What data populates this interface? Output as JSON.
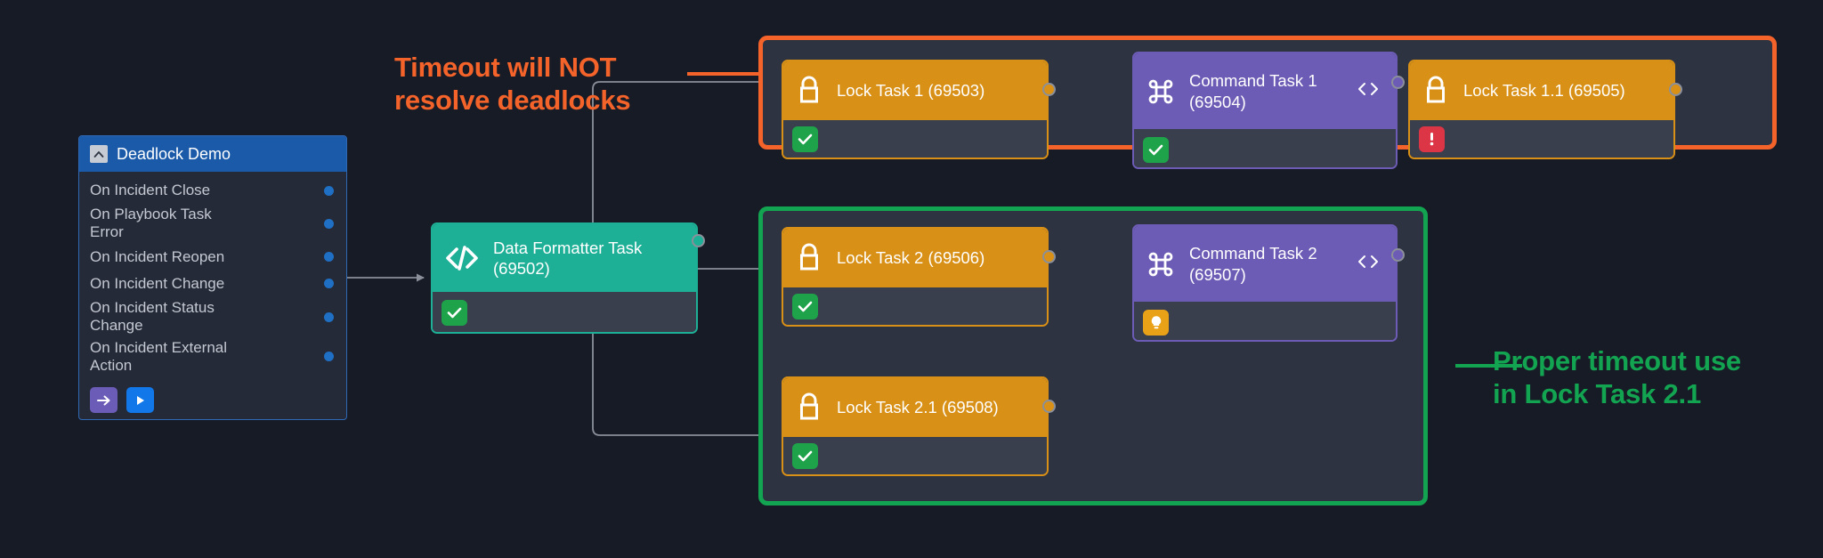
{
  "background_color": "#171b26",
  "annotations": [
    {
      "name": "timeout-not-resolve",
      "text": "Timeout will NOT\nresolve deadlocks",
      "color": "#f4632a"
    },
    {
      "name": "proper-timeout-use",
      "text": "Proper timeout use\nin Lock Task 2.1",
      "color": "#13a452"
    }
  ],
  "panel": {
    "title": "Deadlock Demo",
    "collapse_icon": "chevron-up-icon",
    "triggers": [
      {
        "label": "On Incident Close",
        "dot_color": "#1f6fc4"
      },
      {
        "label": "On Playbook Task Error",
        "dot_color": "#1f6fc4"
      },
      {
        "label": "On Incident Reopen",
        "dot_color": "#1f6fc4"
      },
      {
        "label": "On Incident Change",
        "dot_color": "#1f6fc4"
      },
      {
        "label": "On Incident Status Change",
        "dot_color": "#1f6fc4"
      },
      {
        "label": "On Incident External Action",
        "dot_color": "#1f6fc4"
      }
    ],
    "actions": [
      {
        "name": "arrow-button",
        "icon": "arrow-right-icon",
        "color": "#6b5cb8"
      },
      {
        "name": "play-button",
        "icon": "play-icon",
        "color": "#1277e8"
      }
    ]
  },
  "groups": [
    {
      "name": "deadlock-group",
      "border_color": "#f4632a"
    },
    {
      "name": "proper-timeout-group",
      "border_color": "#13a452"
    }
  ],
  "nodes": [
    {
      "id": "data-formatter-task",
      "title": "Data Formatter Task (69502)",
      "icon": "code-icon",
      "header_color": "#1eb097",
      "status": "ok",
      "status_icon": "check-icon",
      "right_icon": ""
    },
    {
      "id": "lock-task-1",
      "title": "Lock Task 1 (69503)",
      "icon": "lock-icon",
      "header_color": "#d89016",
      "status": "ok",
      "status_icon": "check-icon",
      "right_icon": ""
    },
    {
      "id": "command-task-1",
      "title": "Command Task 1 (69504)",
      "icon": "command-icon",
      "header_color": "#6d5cb5",
      "status": "ok",
      "status_icon": "check-icon",
      "right_icon": "code-brackets-icon"
    },
    {
      "id": "lock-task-1-1",
      "title": "Lock Task 1.1 (69505)",
      "icon": "lock-icon",
      "header_color": "#d89016",
      "status": "error",
      "status_icon": "exclamation-icon",
      "right_icon": ""
    },
    {
      "id": "lock-task-2",
      "title": "Lock Task 2 (69506)",
      "icon": "lock-icon",
      "header_color": "#d89016",
      "status": "ok",
      "status_icon": "check-icon",
      "right_icon": ""
    },
    {
      "id": "command-task-2",
      "title": "Command Task 2 (69507)",
      "icon": "command-icon",
      "header_color": "#6d5cb5",
      "status": "warn",
      "status_icon": "lightbulb-icon",
      "right_icon": "code-brackets-icon"
    },
    {
      "id": "lock-task-2-1",
      "title": "Lock Task 2.1 (69508)",
      "icon": "lock-icon",
      "header_color": "#d89016",
      "status": "ok",
      "status_icon": "check-icon",
      "right_icon": ""
    }
  ]
}
